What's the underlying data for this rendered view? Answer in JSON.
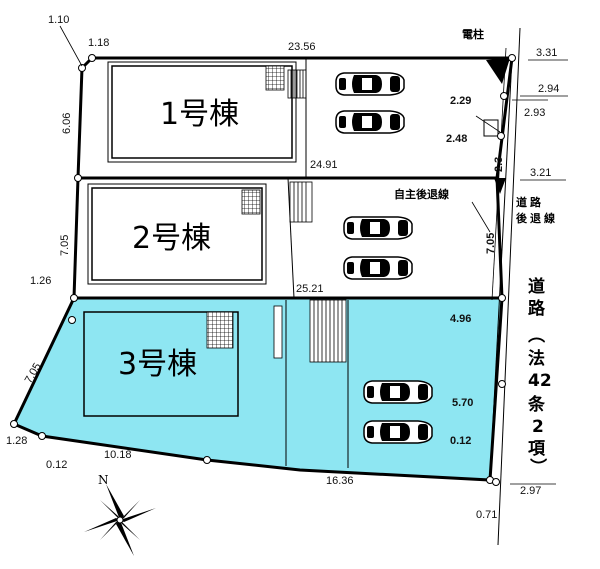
{
  "colors": {
    "lot3_fill": "#8ee6f2",
    "outline": "#000000",
    "background": "#ffffff"
  },
  "buildings": {
    "b1": "1号棟",
    "b2": "2号棟",
    "b3": "3号棟"
  },
  "labels": {
    "utility_pole": "電柱",
    "voluntary_setback": "自主後退線",
    "road_setback": "道路後退線",
    "road_setback_chars": [
      "道",
      "路",
      "後",
      "退",
      "線"
    ],
    "road_label": "道路（法42条2項）",
    "road_label_chars": [
      "道",
      "路",
      "（",
      "法",
      "42",
      "条",
      "2",
      "項",
      "）"
    ],
    "north": "N"
  },
  "dimensions": {
    "d_1_10": "1.10",
    "d_1_18": "1.18",
    "d_23_56": "23.56",
    "d_3_31": "3.31",
    "d_2_94": "2.94",
    "d_2_93": "2.93",
    "d_2_29": "2.29",
    "d_2_48": "2.48",
    "d_2_3": "2.3",
    "d_6_06": "6.06",
    "d_24_91": "24.91",
    "d_3_21": "3.21",
    "d_7_05_a": "7.05",
    "d_7_05_b": "7.05",
    "d_1_26": "1.26",
    "d_25_21": "25.21",
    "d_4_96": "4.96",
    "d_7_05_c": "7.05",
    "d_5_70": "5.70",
    "d_0_12_a": "0.12",
    "d_1_28": "1.28",
    "d_0_12_b": "0.12",
    "d_10_18": "10.18",
    "d_16_36": "16.36",
    "d_2_97": "2.97",
    "d_0_71": "0.71"
  },
  "icons": [
    "car-icon",
    "stair-icon",
    "utility-pole-icon",
    "north-arrow-icon",
    "boundary-marker-icon"
  ]
}
